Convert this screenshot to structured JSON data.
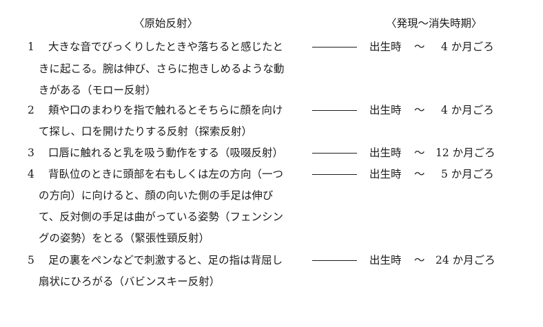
{
  "headers": {
    "left": "〈原始反射〉",
    "right": "〈発現～消失時期〉"
  },
  "items": [
    {
      "number": "1",
      "lines": [
        "大きな音でびっくりしたときや落ちると感じたと",
        "きに起こる。腕は伸び、さらに抱きしめるような動",
        "きがある（モロー反射）"
      ],
      "onset": "出生時",
      "tilde": "～",
      "end": "4 か月ごろ"
    },
    {
      "number": "2",
      "lines": [
        "頬や口のまわりを指で触れるとそちらに顔を向け",
        "て探し、口を開けたりする反射（探索反射）"
      ],
      "onset": "出生時",
      "tilde": "～",
      "end": "4 か月ごろ"
    },
    {
      "number": "3",
      "lines": [
        "口唇に触れると乳を吸う動作をする（吸啜反射）"
      ],
      "onset": "出生時",
      "tilde": "～",
      "end": "12 か月ごろ"
    },
    {
      "number": "4",
      "lines": [
        "背臥位のときに頭部を右もしくは左の方向（一つ",
        "の方向）に向けると、顔の向いた側の手足は伸び",
        "て、反対側の手足は曲がっている姿勢（フェンシン",
        "グの姿勢）をとる（緊張性頸反射）"
      ],
      "onset": "出生時",
      "tilde": "～",
      "end": "5 か月ごろ"
    },
    {
      "number": "5",
      "lines": [
        "足の裏をペンなどで刺激すると、足の指は背屈し",
        "扇状にひろがる（バビンスキー反射）"
      ],
      "onset": "出生時",
      "tilde": "～",
      "end": "24 か月ごろ"
    }
  ]
}
